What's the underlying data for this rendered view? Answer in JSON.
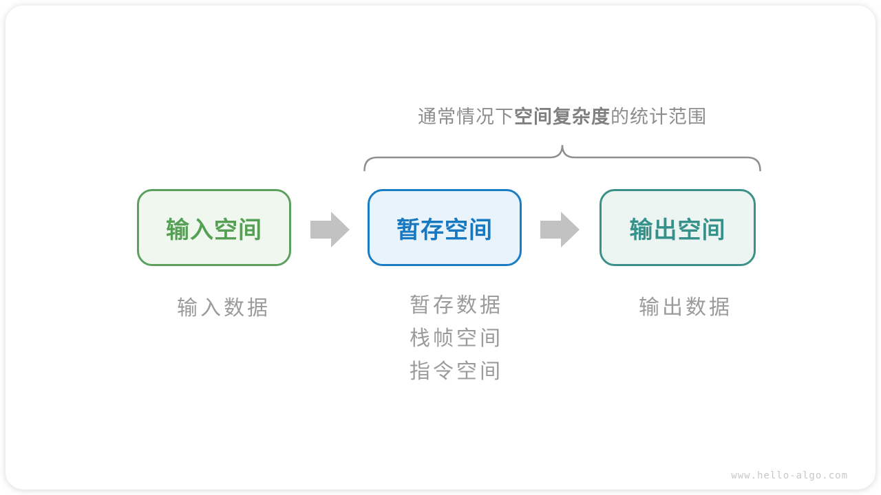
{
  "diagram": {
    "title": {
      "prefix": "通常情况下",
      "bold": "空间复杂度",
      "suffix": "的统计范围"
    },
    "boxes": [
      {
        "id": "input-space",
        "label": "输入空间",
        "border_color": "#5ca05e",
        "fill_color": "#f0f7ef",
        "text_color": "#55a055"
      },
      {
        "id": "temp-space",
        "label": "暂存空间",
        "border_color": "#1a7dc4",
        "fill_color": "#e9f3fb",
        "text_color": "#1778c2"
      },
      {
        "id": "output-space",
        "label": "输出空间",
        "border_color": "#3b9189",
        "fill_color": "#ecf5f2",
        "text_color": "#35918a"
      }
    ],
    "notes": {
      "input": "输入数据",
      "temp": [
        "暂存数据",
        "栈帧空间",
        "指令空间"
      ],
      "output": "输出数据"
    },
    "arrow_color": "#c2c2c2",
    "brace_color": "#8f8f8f",
    "title_color": "#8d8d8d",
    "note_color": "#9b9b9b"
  },
  "watermark": "www.hello-algo.com"
}
